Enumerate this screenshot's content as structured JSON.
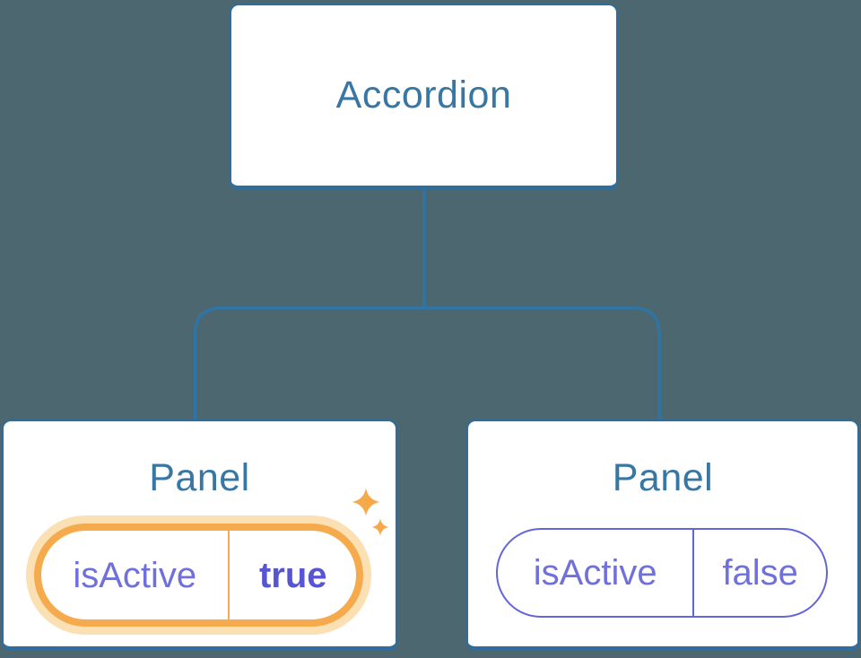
{
  "diagram": {
    "root": {
      "label": "Accordion"
    },
    "panels": [
      {
        "label": "Panel",
        "prop_name": "isActive",
        "prop_value": "true",
        "highlighted": true,
        "icon": "sparkles-icon"
      },
      {
        "label": "Panel",
        "prop_name": "isActive",
        "prop_value": "false",
        "highlighted": false
      }
    ]
  },
  "colors": {
    "background": "#4C6770",
    "node_fill": "#FFFFFF",
    "node_border": "#2F6D9D",
    "node_text": "#3876A4",
    "connector": "#2E74A4",
    "prop_text": "#7070DD",
    "prop_value_active_text": "#5656D3",
    "pill_border_inactive": "#6565DA",
    "pill_border_active": "#F5AB4D",
    "pill_glow_active": "#FBE0B3",
    "pill_divider_active": "#F2AC55",
    "sparkle": "#F5A94A"
  }
}
